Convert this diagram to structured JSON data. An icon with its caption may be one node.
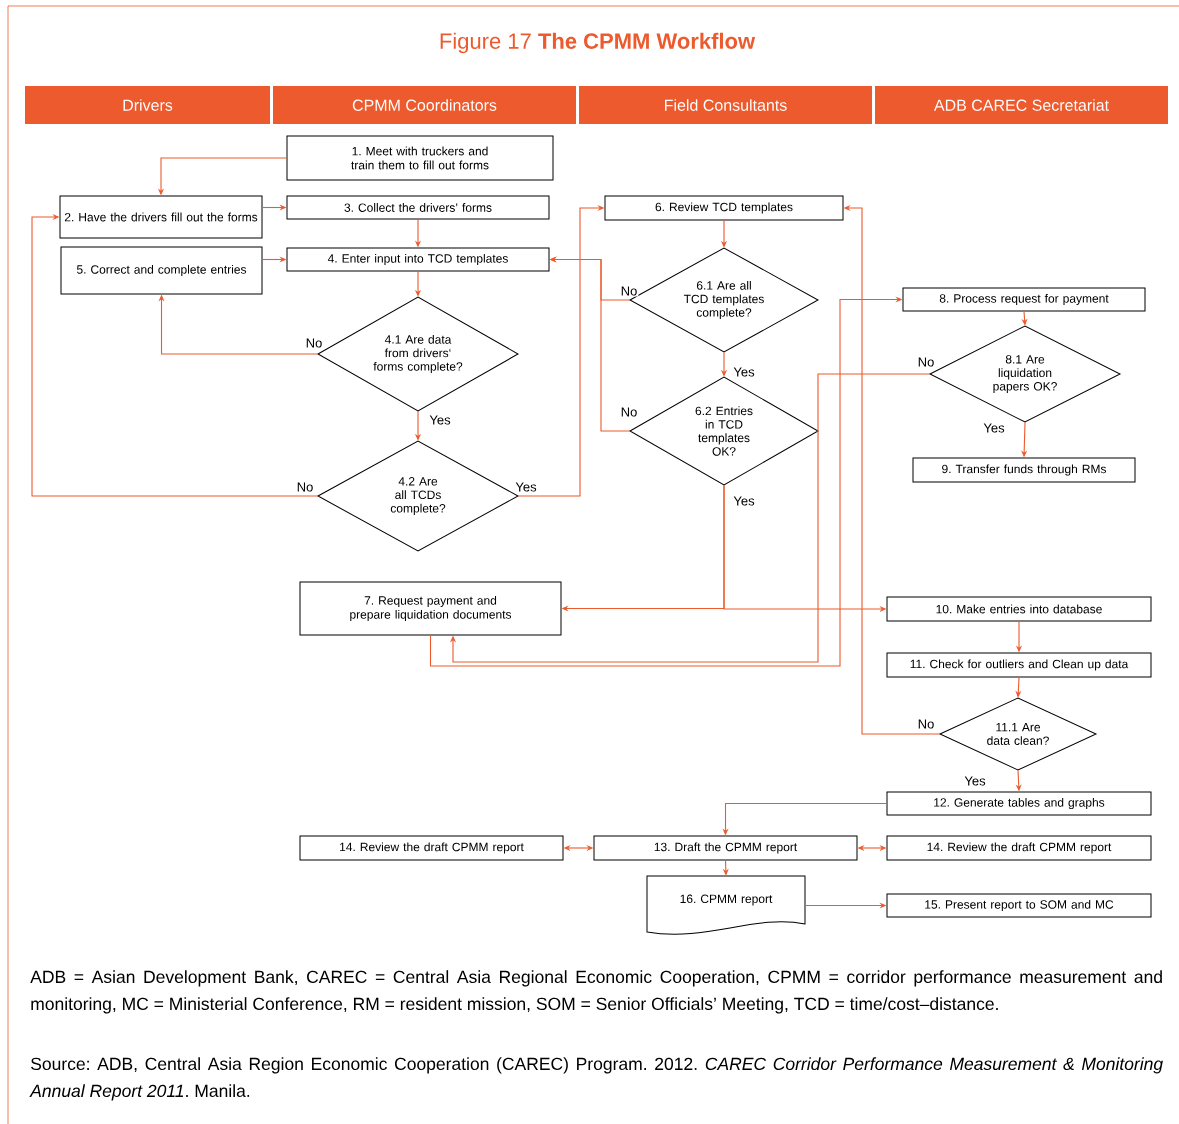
{
  "diagram": {
    "title": "Figure 17 **The CPMM Workflow**",
    "caption": "ADB = Asian Development Bank, CAREC = Central Asia Regional Economic Cooperation, CPMM = corridor performance measurement and monitoring, MC = Ministerial Conference, RM = resident mission, SOM = Senior Officials’ Meeting, TCD = time/cost–distance.",
    "nodes": [
      {
        "text": [
          "Drivers"
        ]
      },
      {
        "text": [
          "CPMM Coordinators"
        ]
      },
      {
        "text": [
          "Field Consultants"
        ]
      },
      {
        "text": [
          "ADB  CAREC Secretariat"
        ]
      },
      {
        "text": [
          "1. Meet with truckers and train them to fill out forms"
        ]
      },
      {
        "text": [
          "2. Have the drivers fill out the forms"
        ]
      },
      {
        "text": [
          "3. Collect the drivers’ forms"
        ]
      },
      {
        "text": [
          "6. Review TCD templates"
        ]
      },
      {
        "text": [
          "5. Correct and complete entries"
        ]
      },
      {
        "text": [
          "4. Enter input into TCD templates"
        ]
      },
      {
        "text": [
          "6.1 Are all TCD templates complete?"
        ]
      },
      {
        "text": [
          "8. Process request for payment"
        ]
      },
      {
        "text": [
          "4.1 Are data from drivers‘ forms complete?"
        ]
      },
      {
        "text": [
          "8.1 Are liquidation papers OK?"
        ]
      },
      {
        "text": [
          "6.2 Entries in TCD templates OK?"
        ]
      },
      {
        "text": [
          "9. Transfer funds through RMs"
        ]
      },
      {
        "text": [
          "4.2 Are all TCDs complete?"
        ]
      },
      {
        "text": [
          "7. Request payment and prepare liquidation documents"
        ]
      },
      {
        "text": [
          "10. Make entries into database"
        ]
      },
      {
        "text": [
          "11. Check for outliers and Clean up data"
        ]
      },
      {
        "text": [
          "11.1 Are data clean?"
        ]
      },
      {
        "text": [
          "12. Generate tables and graphs"
        ]
      },
      {
        "text": [
          "14. Review the draft CPMM report"
        ]
      },
      {
        "text": [
          "13. Draft the CPMM report"
        ]
      },
      {
        "text": [
          "14. Review the draft CPMM report"
        ]
      },
      {
        "text": [
          "16. CPMM report"
        ]
      },
      {
        "text": [
          "15. Present report to SOM and MC"
        ]
      }
    ],
    "edges": [
      {
        "from": 4,
        "to": 5,
        "arrow": "to"
      },
      {
        "from": 5,
        "to": 6,
        "arrow": "to"
      },
      {
        "from": 6,
        "to": 9,
        "arrow": "to"
      },
      {
        "from": 8,
        "to": 9,
        "arrow": "to"
      },
      {
        "from": 9,
        "to": 12,
        "arrow": "to"
      },
      {
        "from": 12,
        "to": 8,
        "arrow": "to",
        "label": "No"
      },
      {
        "from": 12,
        "to": 16,
        "arrow": "to",
        "label": "Yes"
      },
      {
        "from": 16,
        "to": 5,
        "arrow": "to",
        "label": "No"
      },
      {
        "from": 16,
        "to": 7,
        "arrow": "to",
        "label": "Yes"
      },
      {
        "from": 7,
        "to": 10,
        "arrow": "to"
      },
      {
        "from": 10,
        "to": 9,
        "arrow": "to",
        "label": "No"
      },
      {
        "from": 14,
        "to": 9,
        "arrow": "to",
        "label": "No"
      },
      {
        "from": 10,
        "to": 14,
        "arrow": "to",
        "label": "Yes"
      },
      {
        "from": 14,
        "to": 17,
        "arrow": "to",
        "label": "Yes"
      },
      {
        "from": 14,
        "to": 18,
        "arrow": "to"
      },
      {
        "from": 17,
        "to": 11,
        "arrow": "to"
      },
      {
        "from": 13,
        "to": 17,
        "arrow": "to",
        "label": "No"
      },
      {
        "from": 11,
        "to": 13,
        "arrow": "to"
      },
      {
        "from": 13,
        "to": 15,
        "arrow": "to",
        "label": "Yes"
      },
      {
        "from": 18,
        "to": 19,
        "arrow": "to"
      },
      {
        "from": 19,
        "to": 20,
        "arrow": "to"
      },
      {
        "from": 20,
        "to": 7,
        "arrow": "to",
        "label": "No"
      },
      {
        "from": 20,
        "to": 21,
        "arrow": "to",
        "label": "Yes"
      },
      {
        "from": 21,
        "to": 23,
        "arrow": "to"
      },
      {
        "from": 23,
        "to": 22,
        "arrow": "both"
      },
      {
        "from": 23,
        "to": 24,
        "arrow": "both"
      },
      {
        "from": 23,
        "to": 25,
        "arrow": "to"
      },
      {
        "from": 25,
        "to": 26,
        "arrow": "to"
      }
    ],
    "labels": [
      "Source: ADB, Central Asia Region Economic Cooperation (CAREC) Program. 2012. *CAREC Corridor Performance Measurement & Monitoring Annual Report 2011*. Manila."
    ]
  }
}
